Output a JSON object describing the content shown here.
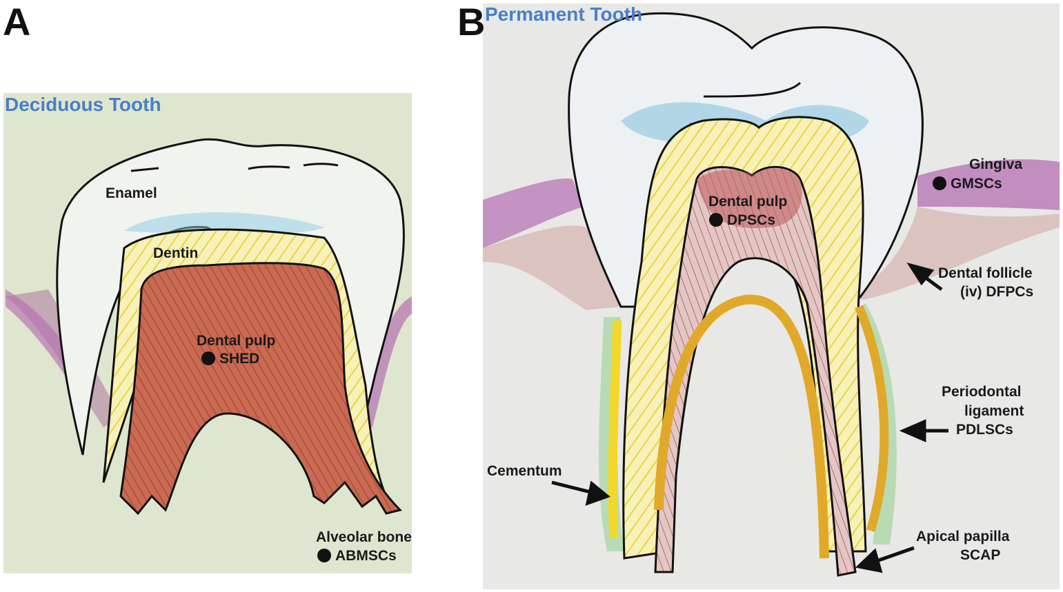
{
  "panel_a": {
    "letter": "A",
    "title": "Deciduous Tooth",
    "labels": {
      "enamel": "Enamel",
      "dentin": "Dentin",
      "pulp": "Dental pulp",
      "pulp_cells": "SHED",
      "bone": "Alveolar bone",
      "bone_cells": "ABMSCs"
    }
  },
  "panel_b": {
    "letter": "B",
    "title": "Permanent Tooth",
    "labels": {
      "gingiva": "Gingiva",
      "gingiva_cells": "GMSCs",
      "pulp": "Dental pulp",
      "pulp_cells": "DPSCs",
      "follicle": "Dental follicle",
      "follicle_cells": "(iv) DFPCs",
      "ligament_1": "Periodontal",
      "ligament_2": "ligament",
      "ligament_cells": "PDLSCs",
      "cementum": "Cementum",
      "papilla": "Apical papilla",
      "papilla_cells": "SCAP"
    }
  },
  "colors": {
    "title_blue": "#4a7fc6",
    "pulp_red": "#c9604a",
    "dentin_yellow": "#f2e25a",
    "cementum_orange": "#e0a92a",
    "gingiva_purple": "#a857b5",
    "ligament_green": "#8fd08a",
    "enamel_blue": "#7fc1dc"
  }
}
